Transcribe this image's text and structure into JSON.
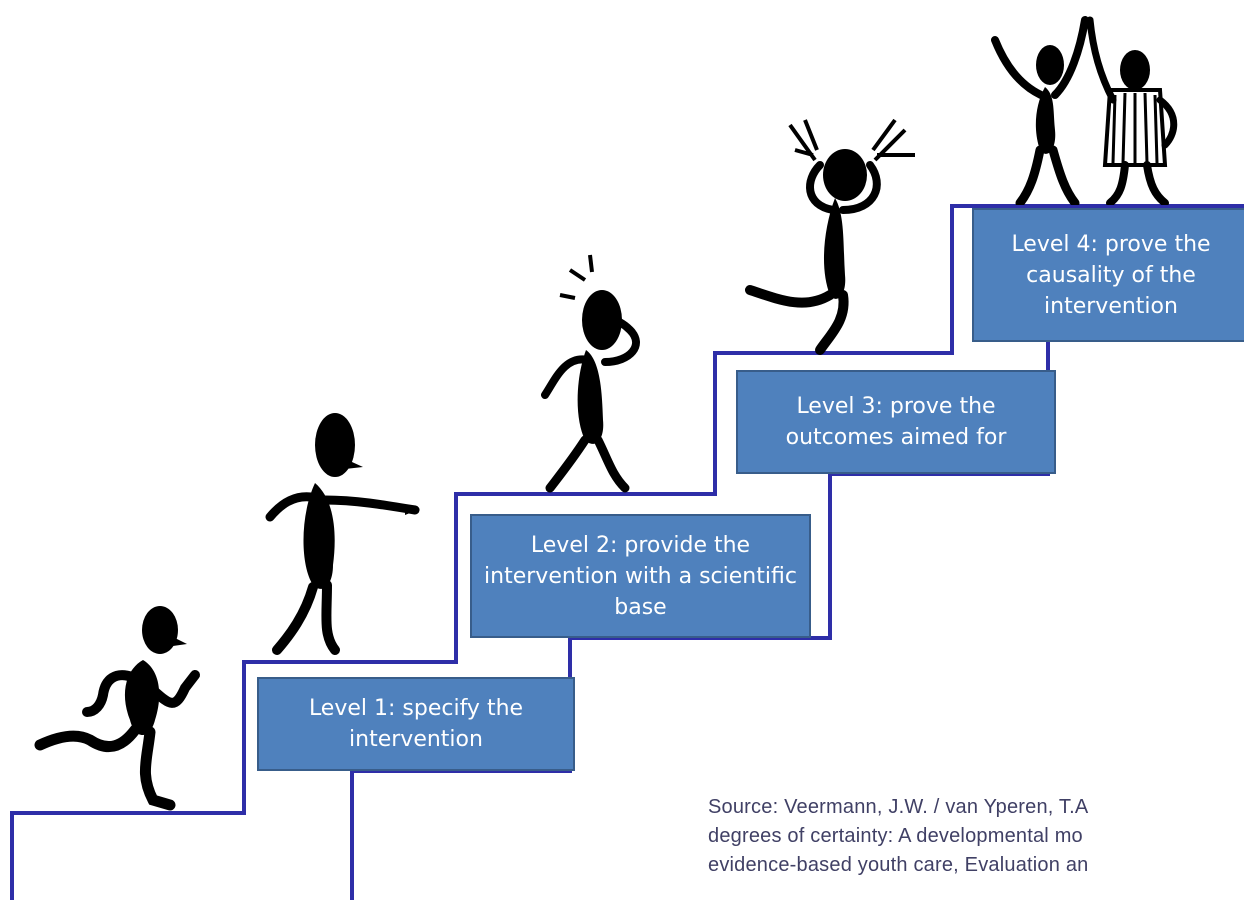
{
  "levels": [
    {
      "id": "level-1",
      "text": "Level 1: specify the intervention"
    },
    {
      "id": "level-2",
      "text": "Level 2: provide the intervention with a scientific base"
    },
    {
      "id": "level-3",
      "text": "Level 3: prove the outcomes aimed for"
    },
    {
      "id": "level-4",
      "text": "Level 4: prove the causality of the intervention"
    }
  ],
  "source_lines": [
    "Source: Veermann, J.W. / van Yperen, T.A",
    "degrees of certainty: A developmental mo",
    "evidence-based youth care, Evaluation an"
  ],
  "colors": {
    "box_fill": "#4f81bd",
    "box_border": "#385d8a",
    "stair_line": "#2e2ea8",
    "figures": "#000000"
  },
  "icons": [
    "running-figure-icon",
    "pointing-figure-icon",
    "puzzled-figure-icon",
    "frustrated-figure-icon",
    "celebrating-figures-icon"
  ]
}
